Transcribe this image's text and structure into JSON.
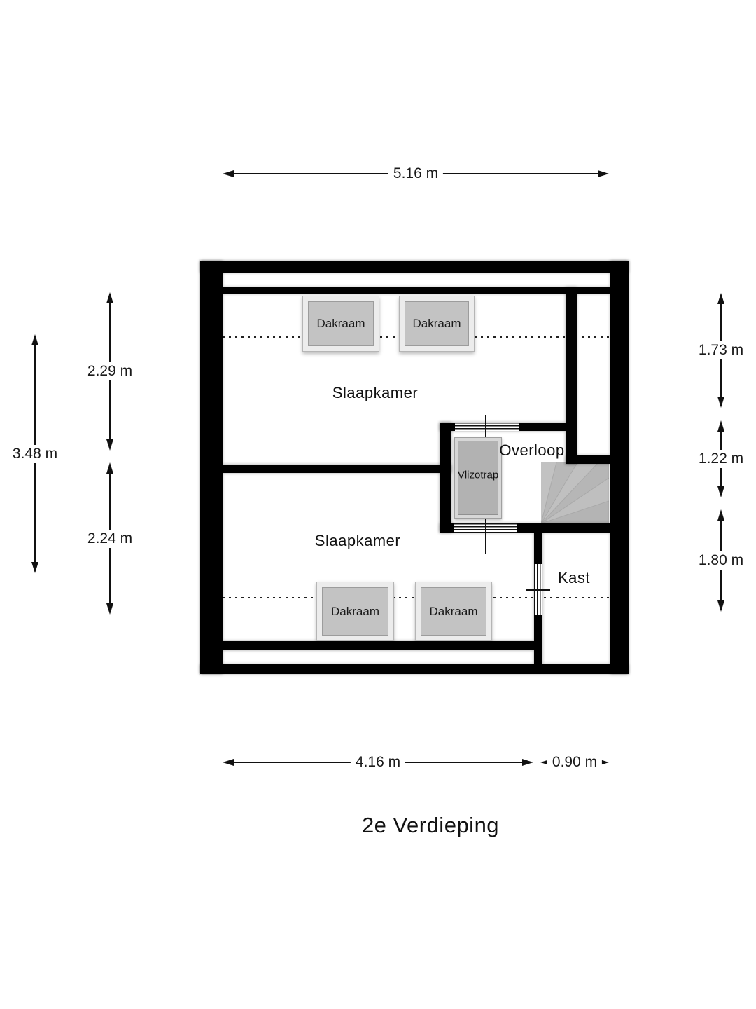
{
  "title": "2e Verdieping",
  "rooms": {
    "bedroom_top": "Slaapkamer",
    "bedroom_bottom": "Slaapkamer",
    "landing": "Overloop",
    "closet": "Kast",
    "loft_ladder": "Vlizotrap",
    "roof_window": "Dakraam"
  },
  "dimensions": {
    "top_width": "5.16 m",
    "bottom_width_left": "4.16 m",
    "bottom_width_right": "0.90 m",
    "left_total": "3.48 m",
    "left_upper": "2.29 m",
    "left_lower": "2.24 m",
    "right_upper": "1.73 m",
    "right_middle": "1.22 m",
    "right_lower": "1.80 m"
  },
  "colors": {
    "wall": "#000000",
    "room_fill": "#ffffff",
    "roof_window_fill": "#c3c3c3",
    "roof_window_frame": "#ececec",
    "stairs_fill": "#bcbcbc",
    "loft_ladder_fill": "#b2b2b2",
    "text": "#1a1a1a"
  }
}
